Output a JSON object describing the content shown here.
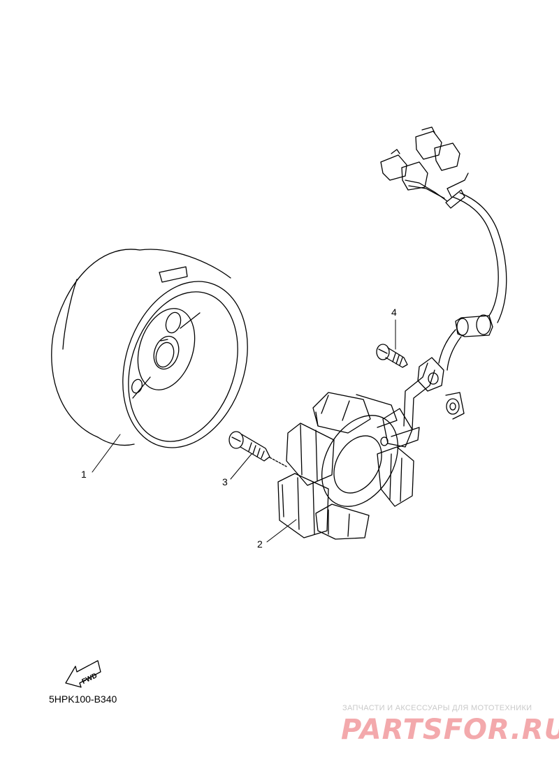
{
  "callouts": {
    "c1": "1",
    "c2": "2",
    "c3": "3",
    "c4": "4"
  },
  "fwd_label": "FWD",
  "diagram_code": "5HPK100-B340",
  "watermark": {
    "tagline": "ЗАПЧАСТИ И АКСЕССУАРЫ ДЛЯ МОТОТЕХНИКИ",
    "logo": "PARTSFOR.RU"
  },
  "colors": {
    "line": "#000000",
    "watermark_logo": "#f3a9ac",
    "watermark_text": "#c9c9c9"
  }
}
